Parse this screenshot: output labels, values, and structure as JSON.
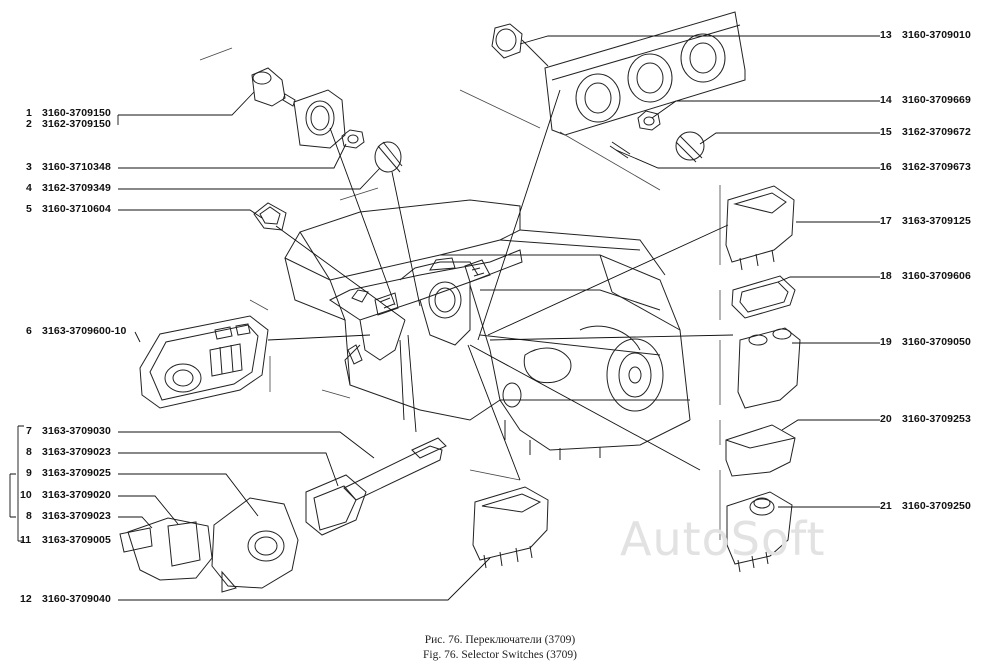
{
  "callouts": [
    {
      "n": "1",
      "code": "3160-3709150"
    },
    {
      "n": "2",
      "code": "3162-3709150"
    },
    {
      "n": "3",
      "code": "3160-3710348"
    },
    {
      "n": "4",
      "code": "3162-3709349"
    },
    {
      "n": "5",
      "code": "3160-3710604"
    },
    {
      "n": "6",
      "code": "3163-3709600-10"
    },
    {
      "n": "7",
      "code": "3163-3709030"
    },
    {
      "n": "8",
      "code": "3163-3709023"
    },
    {
      "n": "9",
      "code": "3163-3709025"
    },
    {
      "n": "10",
      "code": "3163-3709020"
    },
    {
      "n": "8",
      "code": "3163-3709023"
    },
    {
      "n": "11",
      "code": "3163-3709005"
    },
    {
      "n": "12",
      "code": "3160-3709040"
    },
    {
      "n": "13",
      "code": "3160-3709010"
    },
    {
      "n": "14",
      "code": "3160-3709669"
    },
    {
      "n": "15",
      "code": "3162-3709672"
    },
    {
      "n": "16",
      "code": "3162-3709673"
    },
    {
      "n": "17",
      "code": "3163-3709125"
    },
    {
      "n": "18",
      "code": "3160-3709606"
    },
    {
      "n": "19",
      "code": "3160-3709050"
    },
    {
      "n": "20",
      "code": "3160-3709253"
    },
    {
      "n": "21",
      "code": "3160-3709250"
    }
  ],
  "watermark": "AutoSoft",
  "caption": {
    "ru": "Рис. 76. Переключатели (3709)",
    "en": "Fig. 76. Selector Switches (3709)"
  }
}
